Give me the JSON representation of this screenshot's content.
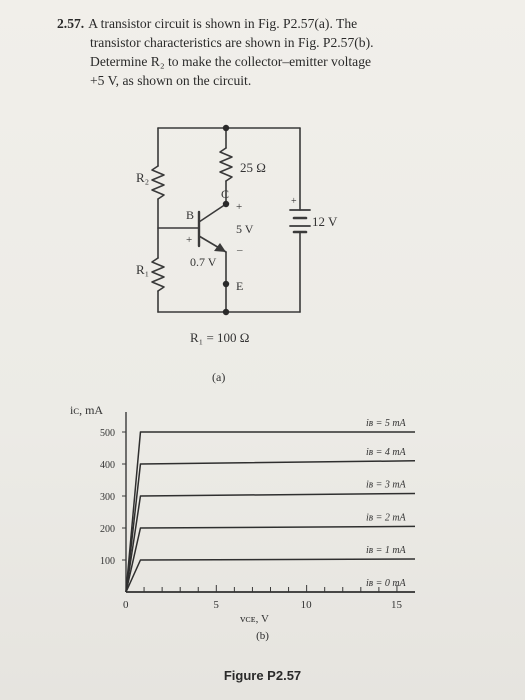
{
  "problem": {
    "number": "2.57.",
    "lines": [
      "A transistor circuit is shown in Fig. P2.57(a). The",
      "transistor characteristics are shown in Fig. P2.57(b).",
      "Determine R₂ to make the collector–emitter voltage",
      "+5 V, as shown on the circuit."
    ]
  },
  "circuit": {
    "r2_label": "R₂",
    "r1_label": "R₁",
    "rc_label": "25 Ω",
    "vce_label": "5 V",
    "vbe_label": "0.7 V",
    "source_label": "12 V",
    "c_label": "C",
    "b_label": "B",
    "e_label": "E",
    "plus": "+",
    "minus": "–",
    "r1_value": "R₁ = 100 Ω",
    "caption": "(a)"
  },
  "chart_data": {
    "type": "line",
    "ylabel": "iᴄ, mA",
    "xlabel": "vᴄᴇ, V",
    "caption": "(b)",
    "xlim": [
      0,
      16
    ],
    "ylim": [
      0,
      600
    ],
    "x_ticks": [
      0,
      5,
      10,
      15
    ],
    "y_ticks": [
      100,
      200,
      300,
      400,
      500
    ],
    "series": [
      {
        "name": "iʙ = 5 mA",
        "x": [
          0,
          0.8,
          16
        ],
        "y": [
          0,
          500,
          500
        ]
      },
      {
        "name": "iʙ = 4 mA",
        "x": [
          0,
          0.8,
          16
        ],
        "y": [
          0,
          400,
          410
        ]
      },
      {
        "name": "iʙ = 3 mA",
        "x": [
          0,
          0.8,
          16
        ],
        "y": [
          0,
          300,
          308
        ]
      },
      {
        "name": "iʙ = 2 mA",
        "x": [
          0,
          0.8,
          16
        ],
        "y": [
          0,
          200,
          205
        ]
      },
      {
        "name": "iʙ = 1 mA",
        "x": [
          0,
          0.8,
          16
        ],
        "y": [
          0,
          100,
          103
        ]
      },
      {
        "name": "iʙ = 0 mA",
        "x": [
          0,
          16
        ],
        "y": [
          0,
          0
        ]
      }
    ]
  },
  "figure_caption": "Figure P2.57"
}
